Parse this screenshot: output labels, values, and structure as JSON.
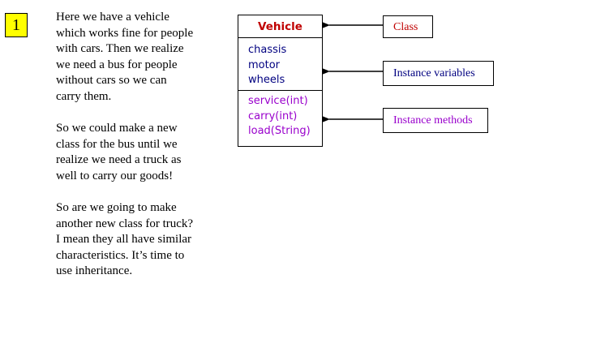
{
  "step": "1",
  "paragraphs": [
    "Here we have a vehicle which works fine for people with cars. Then we realize we need a bus for people without cars so we can carry them.",
    "So we could make a new class for the bus until we realize we need a truck as well to carry our goods!",
    "So are we going to make another new class for truck? I mean they all have similar characteristics. It’s time to use inheritance."
  ],
  "uml": {
    "class_name": "Vehicle",
    "attributes": [
      "chassis",
      "motor",
      "wheels"
    ],
    "methods": [
      "service(int)",
      "carry(int)",
      "load(String)"
    ]
  },
  "callouts": {
    "class": "Class",
    "instance_variables": "Instance variables",
    "instance_methods": "Instance methods"
  },
  "colors": {
    "class": "#c00000",
    "variables": "#000080",
    "methods": "#9900cc",
    "badge": "#ffff00"
  }
}
